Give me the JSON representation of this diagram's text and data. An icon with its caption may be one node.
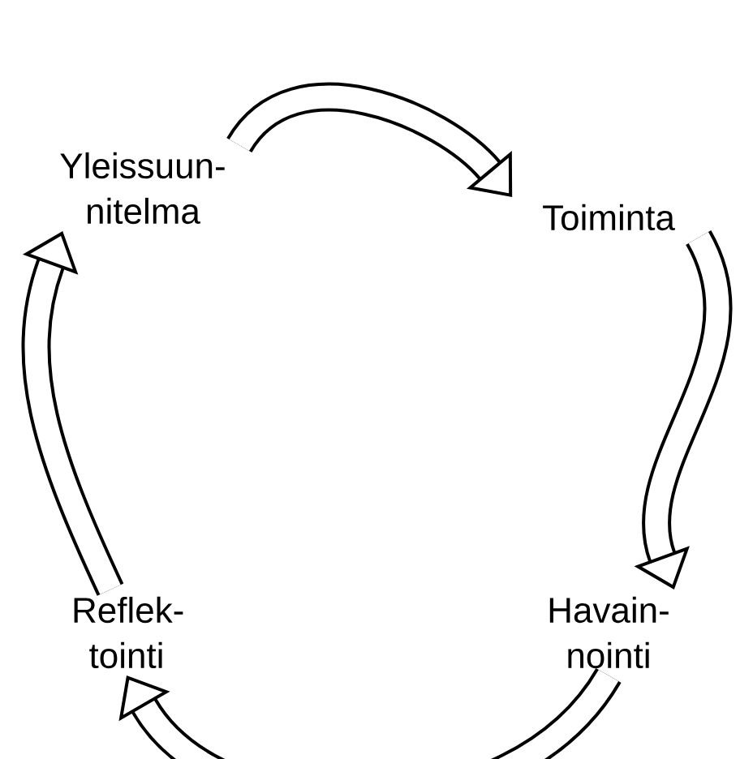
{
  "diagram": {
    "nodes": [
      {
        "text": [
          "Yleissuun- nitelma"
        ]
      },
      {
        "text": [
          "Toiminta"
        ]
      },
      {
        "text": [
          "Havain- nointi"
        ]
      },
      {
        "text": [
          "Reflek- tointi"
        ]
      }
    ],
    "edges": [
      {
        "from": 0,
        "to": 1,
        "arrow": "to"
      },
      {
        "from": 1,
        "to": 2,
        "arrow": "to"
      },
      {
        "from": 2,
        "to": 3,
        "arrow": "to"
      },
      {
        "from": 3,
        "to": 0,
        "arrow": "to"
      }
    ]
  }
}
